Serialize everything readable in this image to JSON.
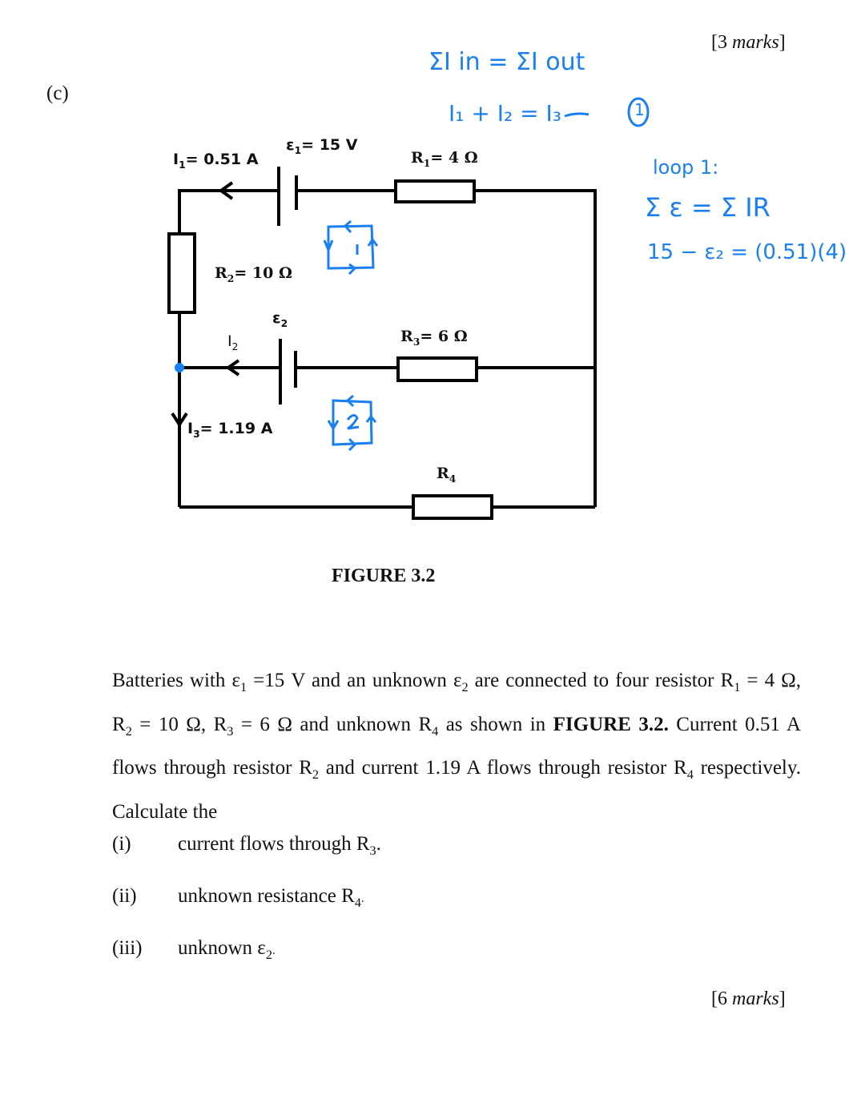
{
  "header": {
    "marks_prev": "[3 marks]",
    "marks_prev_num": "3",
    "marks_word": "marks",
    "part_label": "(c)"
  },
  "handwriting": {
    "line1": "ΣI in = ΣI out",
    "line2": "I₁ + I₂ = I₃",
    "line2_tag": "1",
    "loop_title": "loop 1:",
    "loop_eq": "Σ ε = Σ IR",
    "loop_sub": "15 − ε₂ = (0.51)(4)",
    "loop1_marker": "1",
    "loop2_marker": "2"
  },
  "circuit": {
    "I1": "I",
    "I1_sub": "1",
    "I1_val": "= 0.51 A",
    "E1": "ε",
    "E1_sub": "1",
    "E1_val": "= 15 V",
    "R1": "R",
    "R1_sub": "1",
    "R1_val": "= 4 Ω",
    "R2": "R",
    "R2_sub": "2",
    "R2_val": "= 10 Ω",
    "E2": "ε",
    "E2_sub": "2",
    "I2": "I",
    "I2_sub": "2",
    "R3": "R",
    "R3_sub": "3",
    "R3_val": "= 6 Ω",
    "I3": "I",
    "I3_sub": "3",
    "I3_val": "= 1.19 A",
    "R4": "R",
    "R4_sub": "4"
  },
  "figure_caption": "FIGURE 3.2",
  "paragraph": {
    "p1": "Batteries with ε",
    "p1_sub": "1",
    "p2": " =15 V and an unknown ε",
    "p2_sub": "2",
    "p3": " are connected to four resistor R",
    "p3_sub": "1",
    "p4": " = 4 Ω, R",
    "p4_sub": "2",
    "p5": " = 10 Ω, R",
    "p5_sub": "3",
    "p6": " = 6 Ω and unknown R",
    "p6_sub": "4",
    "p7": " as shown in ",
    "p7_bold": "FIGURE 3.2.",
    "p8": "  Current 0.51 A flows through resistor R",
    "p8_sub": "2",
    "p9": " and current 1.19 A flows through resistor R",
    "p9_sub": "4",
    "p10": " respectively. Calculate the"
  },
  "questions": [
    {
      "num": "(i)",
      "text": "current flows through R",
      "sub": "3",
      "end": "."
    },
    {
      "num": "(ii)",
      "text": "unknown resistance R",
      "sub": "4",
      "end": "."
    },
    {
      "num": "(iii)",
      "text": "unknown ε",
      "sub": "2",
      "end": "."
    }
  ],
  "footer": {
    "marks_num": "6",
    "marks_word": "marks"
  }
}
